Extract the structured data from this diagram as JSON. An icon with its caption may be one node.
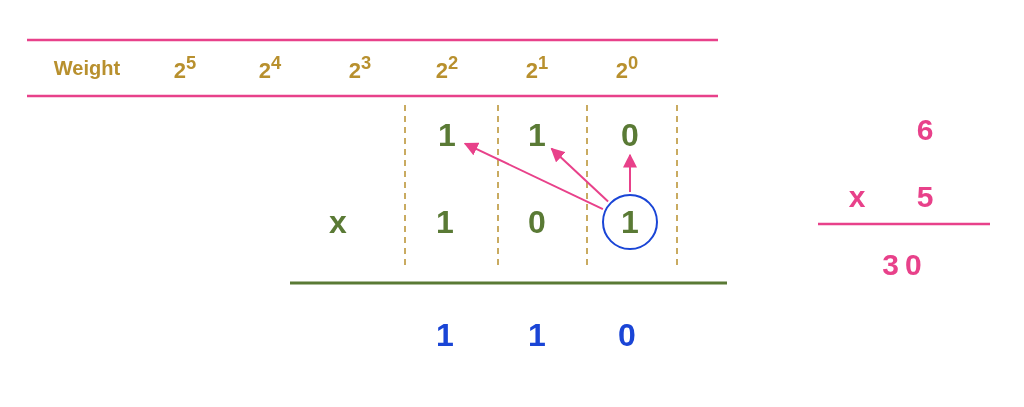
{
  "diagram": {
    "nodes": [
      {
        "text": [
          "1"
        ]
      },
      {
        "text": [
          "1"
        ]
      },
      {
        "text": [
          "0"
        ]
      },
      {
        "text": [
          "1"
        ]
      }
    ],
    "edges": [
      {
        "from": 3,
        "to": 0,
        "arrow": "to"
      },
      {
        "from": 3,
        "to": 1,
        "arrow": "to"
      },
      {
        "from": 3,
        "to": 2,
        "arrow": "to"
      }
    ],
    "labels": [
      "Weight",
      "2$^{5}$",
      "2$^{4}$",
      "2$^{3}$",
      "2$^{2}$",
      "2$^{1}$",
      "2$^{0}$",
      "6",
      "x",
      "1",
      "0",
      "x",
      "5",
      "30",
      "1",
      "1",
      "0"
    ]
  }
}
